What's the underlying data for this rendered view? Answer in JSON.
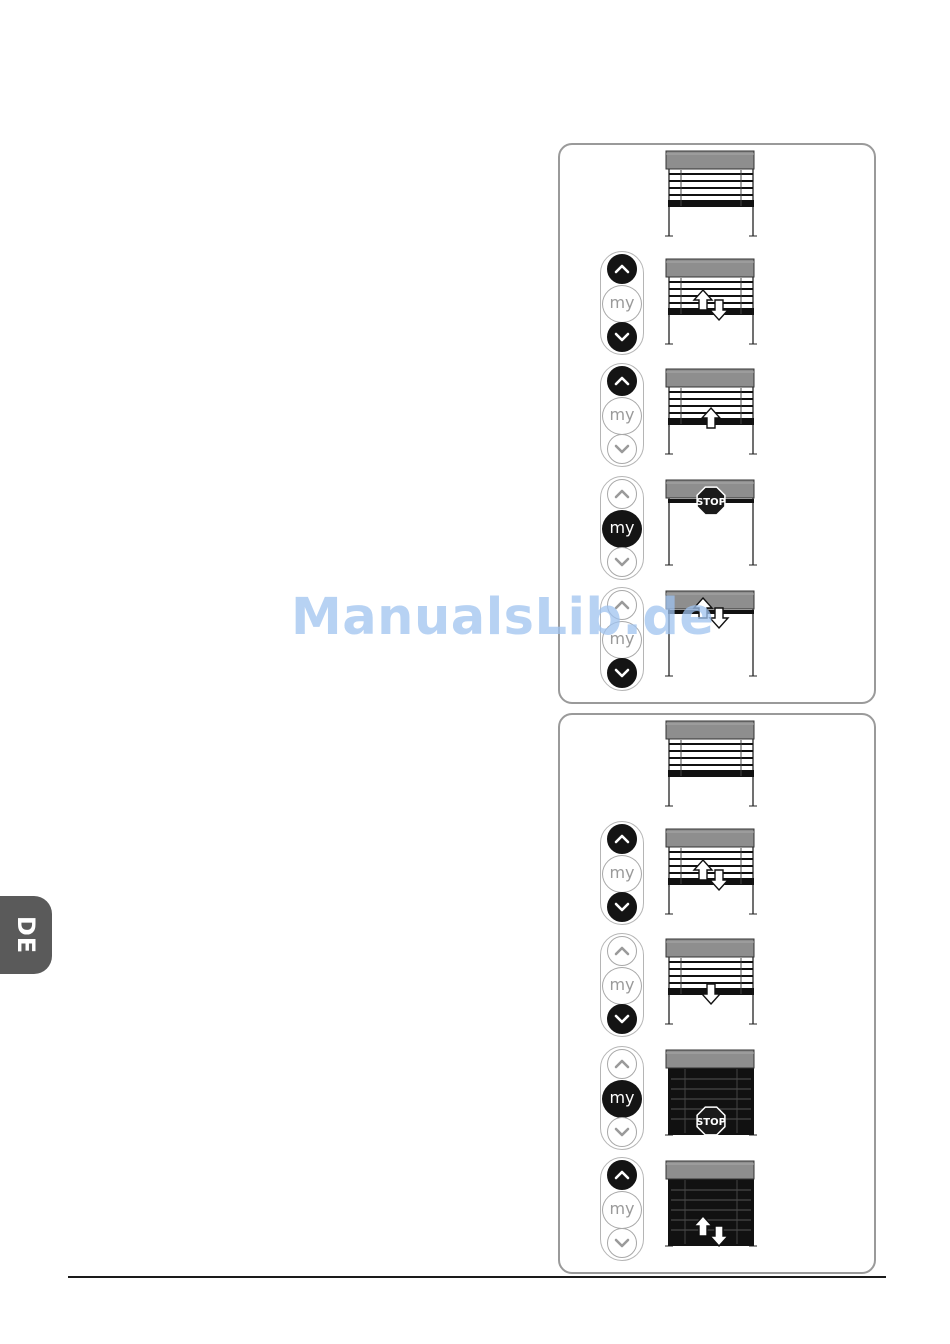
{
  "side_tab": {
    "label": "DE"
  },
  "watermark": {
    "text": "ManualsLib.de"
  },
  "remote": {
    "my_label": "my"
  },
  "blind": {
    "stop_label": "STOP"
  },
  "panels": [
    {
      "steps": [
        {
          "remote": null,
          "blind": {
            "state": "closed",
            "motion": "none"
          }
        },
        {
          "remote": {
            "up": true,
            "my": false,
            "down": true
          },
          "blind": {
            "state": "closed",
            "motion": "up-down"
          }
        },
        {
          "remote": {
            "up": true,
            "my": false,
            "down": false
          },
          "blind": {
            "state": "closed",
            "motion": "up"
          }
        },
        {
          "remote": {
            "up": false,
            "my": true,
            "down": false
          },
          "blind": {
            "state": "open",
            "motion": "stop"
          }
        },
        {
          "remote": {
            "up": false,
            "my": false,
            "down": true
          },
          "blind": {
            "state": "open",
            "motion": "up-down"
          }
        }
      ]
    },
    {
      "steps": [
        {
          "remote": null,
          "blind": {
            "state": "closed",
            "motion": "none"
          }
        },
        {
          "remote": {
            "up": true,
            "my": false,
            "down": true
          },
          "blind": {
            "state": "closed",
            "motion": "up-down"
          }
        },
        {
          "remote": {
            "up": false,
            "my": false,
            "down": true
          },
          "blind": {
            "state": "closed",
            "motion": "down"
          }
        },
        {
          "remote": {
            "up": false,
            "my": true,
            "down": false
          },
          "blind": {
            "state": "dark",
            "motion": "stop"
          }
        },
        {
          "remote": {
            "up": true,
            "my": false,
            "down": false
          },
          "blind": {
            "state": "dark",
            "motion": "up-down"
          }
        }
      ]
    }
  ]
}
